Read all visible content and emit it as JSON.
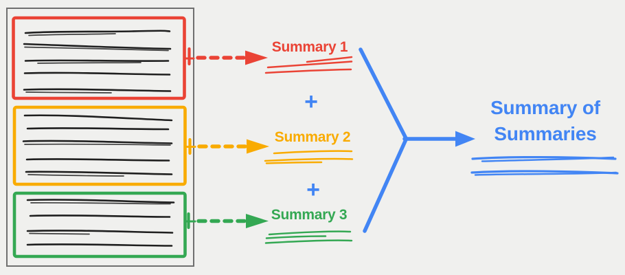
{
  "colors": {
    "background": "#f0f0ee",
    "doc_border": "#6f6f6f",
    "ink": "#1f1f1f",
    "red": "#ea4335",
    "orange": "#f9ab00",
    "green": "#34a853",
    "blue": "#4285f4"
  },
  "document": {
    "sections": [
      {
        "name": "source-passage-1",
        "accent": "red",
        "text_lines": 5
      },
      {
        "name": "source-passage-2",
        "accent": "orange",
        "text_lines": 5
      },
      {
        "name": "source-passage-3",
        "accent": "green",
        "text_lines": 4
      }
    ]
  },
  "summaries": [
    {
      "label": "Summary 1",
      "accent": "red"
    },
    {
      "label": "Summary 2",
      "accent": "orange"
    },
    {
      "label": "Summary 3",
      "accent": "green"
    }
  ],
  "operators": {
    "plus": "+"
  },
  "result": {
    "title": "Summary of Summaries",
    "accent": "blue"
  }
}
